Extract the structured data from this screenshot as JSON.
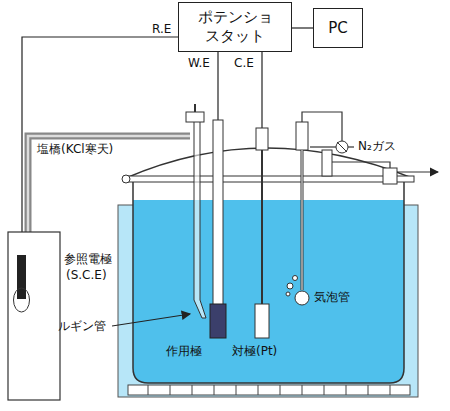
{
  "diagram": {
    "nodes": [
      {
        "text": [
          "ポテンショスタット"
        ]
      },
      {
        "text": [
          "PC"
        ]
      }
    ],
    "edges": [
      {
        "from": 0,
        "to": 1,
        "arrow": "none"
      }
    ],
    "labels": [
      "R.E",
      "W.E",
      "C.E",
      "N₂ガス",
      "塩橋(KCl寒天)",
      "参照電極",
      "(S.C.E)",
      "ルギン管",
      "作用極",
      "対極(Pt)",
      "気泡管"
    ]
  }
}
